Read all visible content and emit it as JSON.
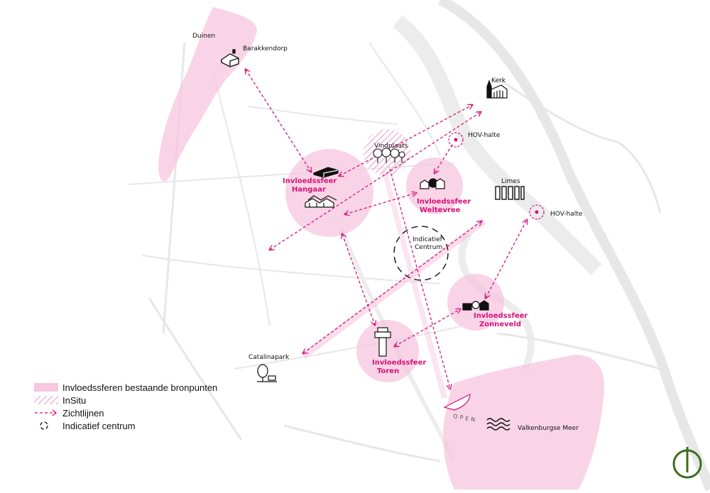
{
  "places": {
    "duinen": "Duinen",
    "barakkendorp": "Barakkendorp",
    "kerk": "Kerk",
    "hov_halte_1": "HOV-halte",
    "hov_halte_2": "HOV-halte",
    "vindplaats": "Vindplaats",
    "limes": "Limes",
    "indicatief_centrum_line1": "Indicatief",
    "indicatief_centrum_line2": "Centrum",
    "catalinapark": "Catalinapark",
    "valkenburgse_meer": "Valkenburgse Meer",
    "open": "OPEN"
  },
  "zones": {
    "hangaar": [
      "Invloedssfeer",
      "Hangaar"
    ],
    "weltevree": [
      "Invloedssfeer",
      "Weltevree"
    ],
    "zonneveld": [
      "Invloedssfeer",
      "Zonneveld"
    ],
    "toren": [
      "Invloedssfeer",
      "Toren"
    ]
  },
  "legend": {
    "items": [
      "Invloedssferen bestaande bronpunten",
      "InSitu",
      "Zichtlijnen",
      "Indicatief centrum"
    ]
  },
  "colors": {
    "accent": "#d6127a",
    "influence_fill": "#f7c6df",
    "road": "#e6e6e6",
    "north_symbol": "#3b6e1e"
  },
  "icons": [
    "barracks-icon",
    "church-icon",
    "trees-icon",
    "hangar-icon",
    "houses-icon",
    "limes-icon",
    "tower-icon",
    "park-tree-icon",
    "water-waves-icon",
    "hov-stop-icon",
    "north-arrow-icon"
  ]
}
